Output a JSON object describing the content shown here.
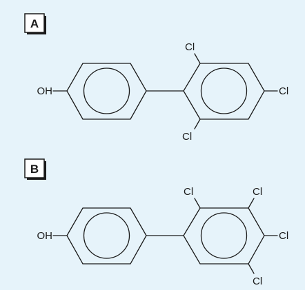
{
  "figure": {
    "background_color": "#e6f3fa",
    "line_color": "#1a1a1a",
    "panels": [
      {
        "label": "A",
        "structure": {
          "ring1_substituent": "OH",
          "ring2_substituents": [
            "Cl",
            "Cl",
            "Cl"
          ]
        }
      },
      {
        "label": "B",
        "structure": {
          "ring1_substituent": "OH",
          "ring2_substituents": [
            "Cl",
            "Cl",
            "Cl",
            "Cl"
          ]
        }
      }
    ]
  }
}
